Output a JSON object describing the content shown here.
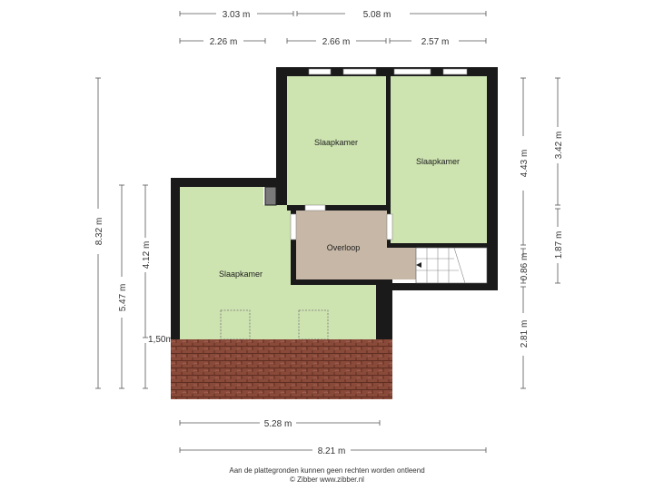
{
  "dimensions": {
    "top_row1": [
      "3.03 m",
      "5.08 m"
    ],
    "top_row2": [
      "2.26 m",
      "2.66 m",
      "2.57 m"
    ],
    "left_outer": "8.32 m",
    "left_middle": "5.47 m",
    "left_inner": "4.12 m",
    "left_low": "1,50m",
    "right_inner": [
      "4.43 m",
      "0.86 m",
      "2.81 m"
    ],
    "right_outer": [
      "3.42 m",
      "1.87 m"
    ],
    "bottom_inner": "5.28 m",
    "bottom_outer": "8.21 m"
  },
  "rooms": {
    "bedroom_top_left": "Slaapkamer",
    "bedroom_top_right": "Slaapkamer",
    "landing": "Overloop",
    "bedroom_large": "Slaapkamer"
  },
  "footer": {
    "disclaimer": "Aan de plattegronden kunnen geen rechten worden ontleend",
    "credit": "© Zibber www.zibber.nl"
  },
  "colors": {
    "wall": "#1a1a1a",
    "bedroom_fill": "#cde3b0",
    "landing_fill": "#c6b7a6",
    "roof_tiles": "#8a4a3a"
  }
}
